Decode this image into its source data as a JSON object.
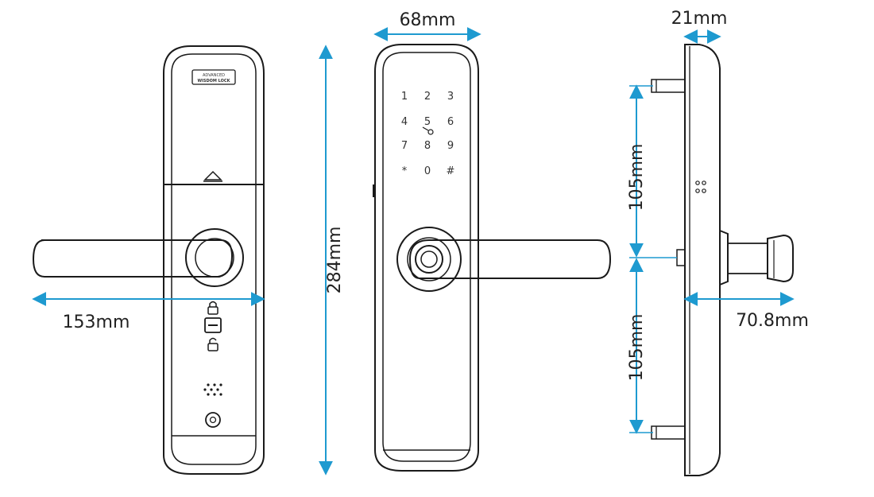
{
  "colors": {
    "dimension_arrow": "#1e9ad0",
    "outline": "#1a1a1a",
    "panel": "#ffffff"
  },
  "brand_label": {
    "line1": "ADVANCED",
    "line2": "WISDOM LOCK"
  },
  "dimensions": {
    "handle_length": "153mm",
    "height": "284mm",
    "front_width": "68mm",
    "thickness": "21mm",
    "upper_spacing": "105mm",
    "lower_spacing": "105mm",
    "depth": "70.8mm"
  },
  "keypad": [
    "1",
    "2",
    "3",
    "4",
    "5",
    "6",
    "7",
    "8",
    "9",
    "*",
    "0",
    "#"
  ],
  "icons": {
    "fingerprint": "fingerprint-icon",
    "lock": "padlock-icon",
    "unlock": "unlock-icon",
    "speaker": "speaker-icon",
    "key": "key-icon",
    "camera": "camera-lens-icon"
  }
}
